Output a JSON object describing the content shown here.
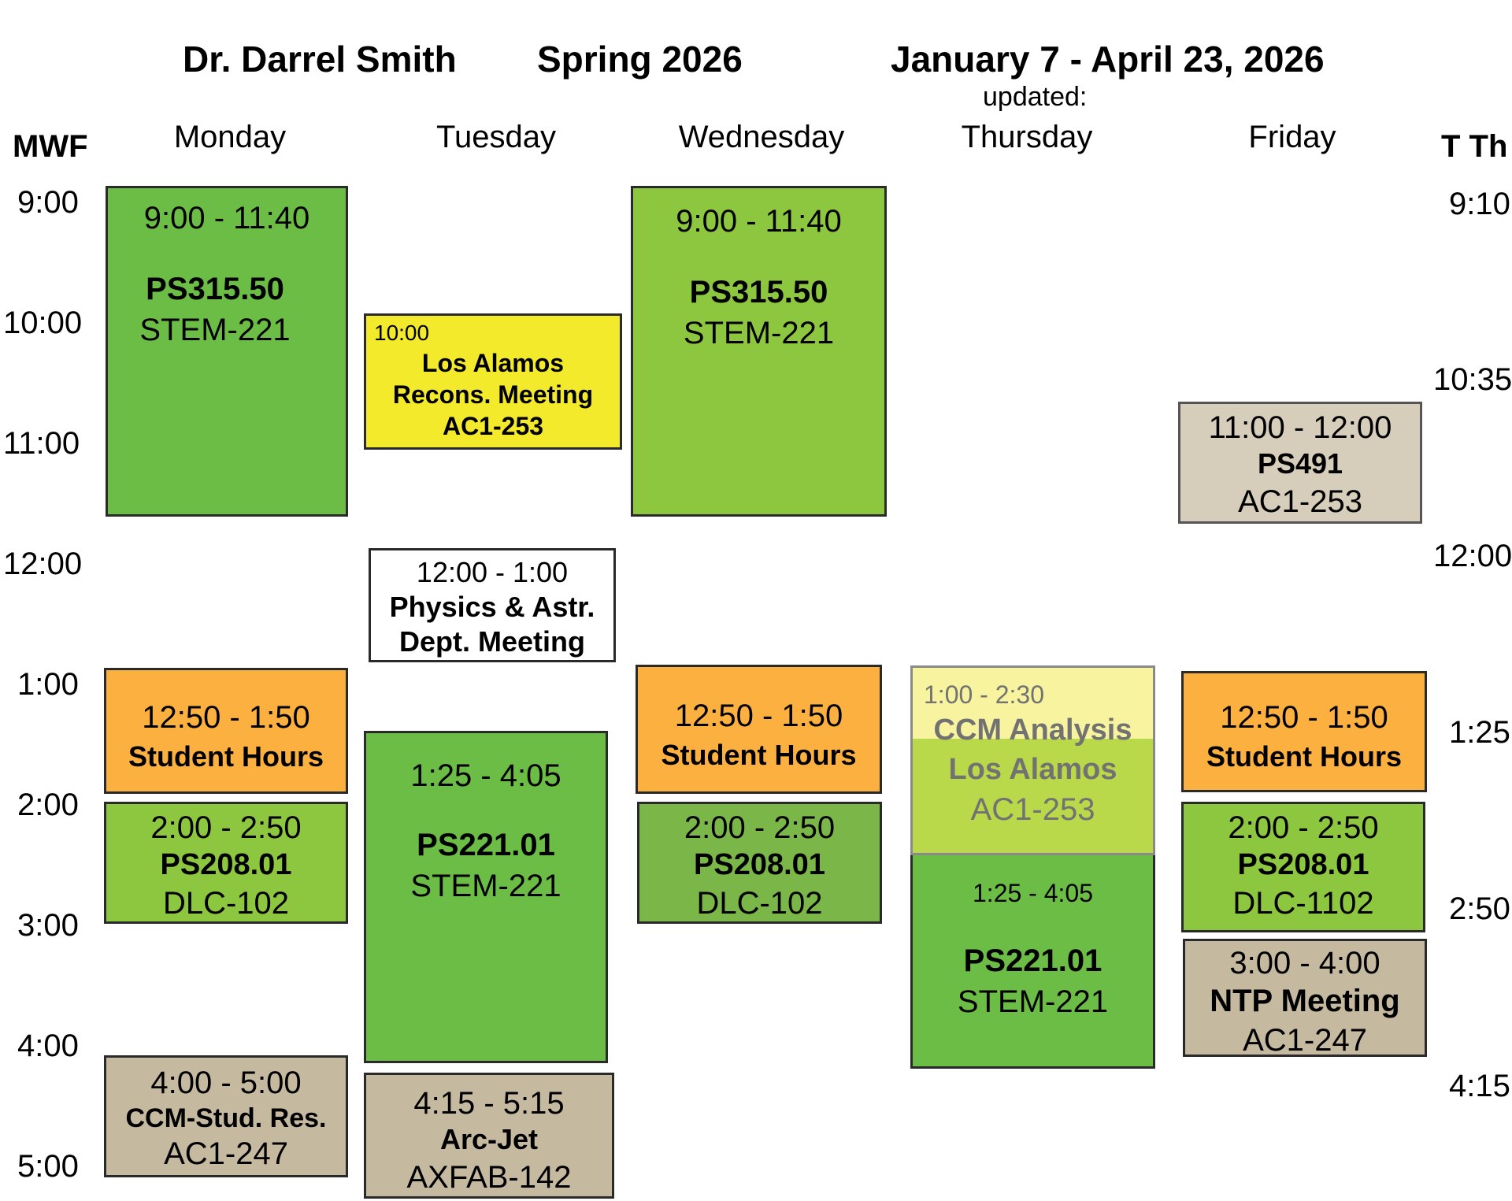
{
  "header": {
    "name": "Dr. Darrel Smith",
    "semester": "Spring 2026",
    "dates": "January 7 - April 23, 2026",
    "updated": "updated:"
  },
  "columns": {
    "left_label": "MWF",
    "right_label": "T Th",
    "days": [
      "Monday",
      "Tuesday",
      "Wednesday",
      "Thursday",
      "Friday"
    ]
  },
  "mwf_times": [
    "9:00",
    "10:00",
    "11:00",
    "12:00",
    "1:00",
    "2:00",
    "3:00",
    "4:00",
    "5:00"
  ],
  "tth_times": [
    "9:10",
    "10:35",
    "12:00",
    "1:25",
    "2:50",
    "4:15"
  ],
  "events": {
    "mon_ps315": {
      "time": "9:00 - 11:40",
      "course": "PS315.50",
      "room": "STEM-221"
    },
    "mon_hours": {
      "time": "12:50 - 1:50",
      "course": "Student Hours"
    },
    "mon_ps208": {
      "time": "2:00 - 2:50",
      "course": "PS208.01",
      "room": "DLC-102"
    },
    "mon_ccm": {
      "time": "4:00 - 5:00",
      "course": "CCM-Stud. Res.",
      "room": "AC1-247"
    },
    "tue_la": {
      "time": "10:00",
      "line1": "Los Alamos",
      "line2": "Recons. Meeting",
      "room": "AC1-253"
    },
    "tue_dept": {
      "time": "12:00 - 1:00",
      "line1": "Physics & Astr.",
      "line2": "Dept. Meeting"
    },
    "tue_ps221": {
      "time": "1:25 - 4:05",
      "course": "PS221.01",
      "room": "STEM-221"
    },
    "tue_arc": {
      "time": "4:15 - 5:15",
      "course": "Arc-Jet",
      "room": "AXFAB-142"
    },
    "wed_ps315": {
      "time": "9:00 - 11:40",
      "course": "PS315.50",
      "room": "STEM-221"
    },
    "wed_hours": {
      "time": "12:50 - 1:50",
      "course": "Student Hours"
    },
    "wed_ps208": {
      "time": "2:00 - 2:50",
      "course": "PS208.01",
      "room": "DLC-102"
    },
    "thu_ps221": {
      "time": "1:25 - 4:05",
      "course": "PS221.01",
      "room": "STEM-221"
    },
    "thu_ccm": {
      "time": "1:00 - 2:30",
      "line1": "CCM Analysis",
      "line2": "Los Alamos",
      "room": "AC1-253"
    },
    "fri_ps491": {
      "time": "11:00 - 12:00",
      "course": "PS491",
      "room": "AC1-253"
    },
    "fri_hours": {
      "time": "12:50 - 1:50",
      "course": "Student Hours"
    },
    "fri_ps208": {
      "time": "2:00 - 2:50",
      "course": "PS208.01",
      "room": "DLC-1102"
    },
    "fri_ntp": {
      "time": "3:00 - 4:00",
      "course": "NTP Meeting",
      "room": "AC1-247"
    }
  }
}
